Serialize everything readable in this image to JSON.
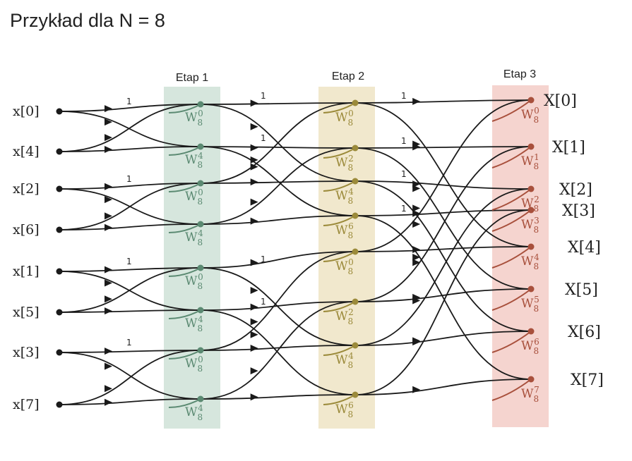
{
  "title": "Przykład dla N = 8",
  "stages": [
    "Etap 1",
    "Etap 2",
    "Etap 3"
  ],
  "inputs": [
    "x[0]",
    "x[4]",
    "x[2]",
    "x[6]",
    "x[1]",
    "x[5]",
    "x[3]",
    "x[7]"
  ],
  "outputs": [
    "X[0]",
    "X[1]",
    "X[2]",
    "X[3]",
    "X[4]",
    "X[5]",
    "X[6]",
    "X[7]"
  ],
  "twiddles": {
    "stage1": [
      "W8^0",
      "W8^4",
      "W8^0",
      "W8^4",
      "W8^0",
      "W8^4",
      "W8^0",
      "W8^4"
    ],
    "stage2": [
      "W8^0",
      "W8^2",
      "W8^4",
      "W8^6",
      "W8^0",
      "W8^2",
      "W8^4",
      "W8^6"
    ],
    "stage3": [
      "W8^0",
      "W8^1",
      "W8^2",
      "W8^3",
      "W8^4",
      "W8^5",
      "W8^6",
      "W8^7"
    ]
  },
  "unit_weight": "1",
  "colors": {
    "stage1_band": "#d6e6dd",
    "stage2_band": "#f1e8cd",
    "stage3_band": "#f5d4cf",
    "stage1_ink": "#5b8a72",
    "stage2_ink": "#9b8a3a",
    "stage3_ink": "#a8503c",
    "black_ink": "#1a1a1a"
  }
}
